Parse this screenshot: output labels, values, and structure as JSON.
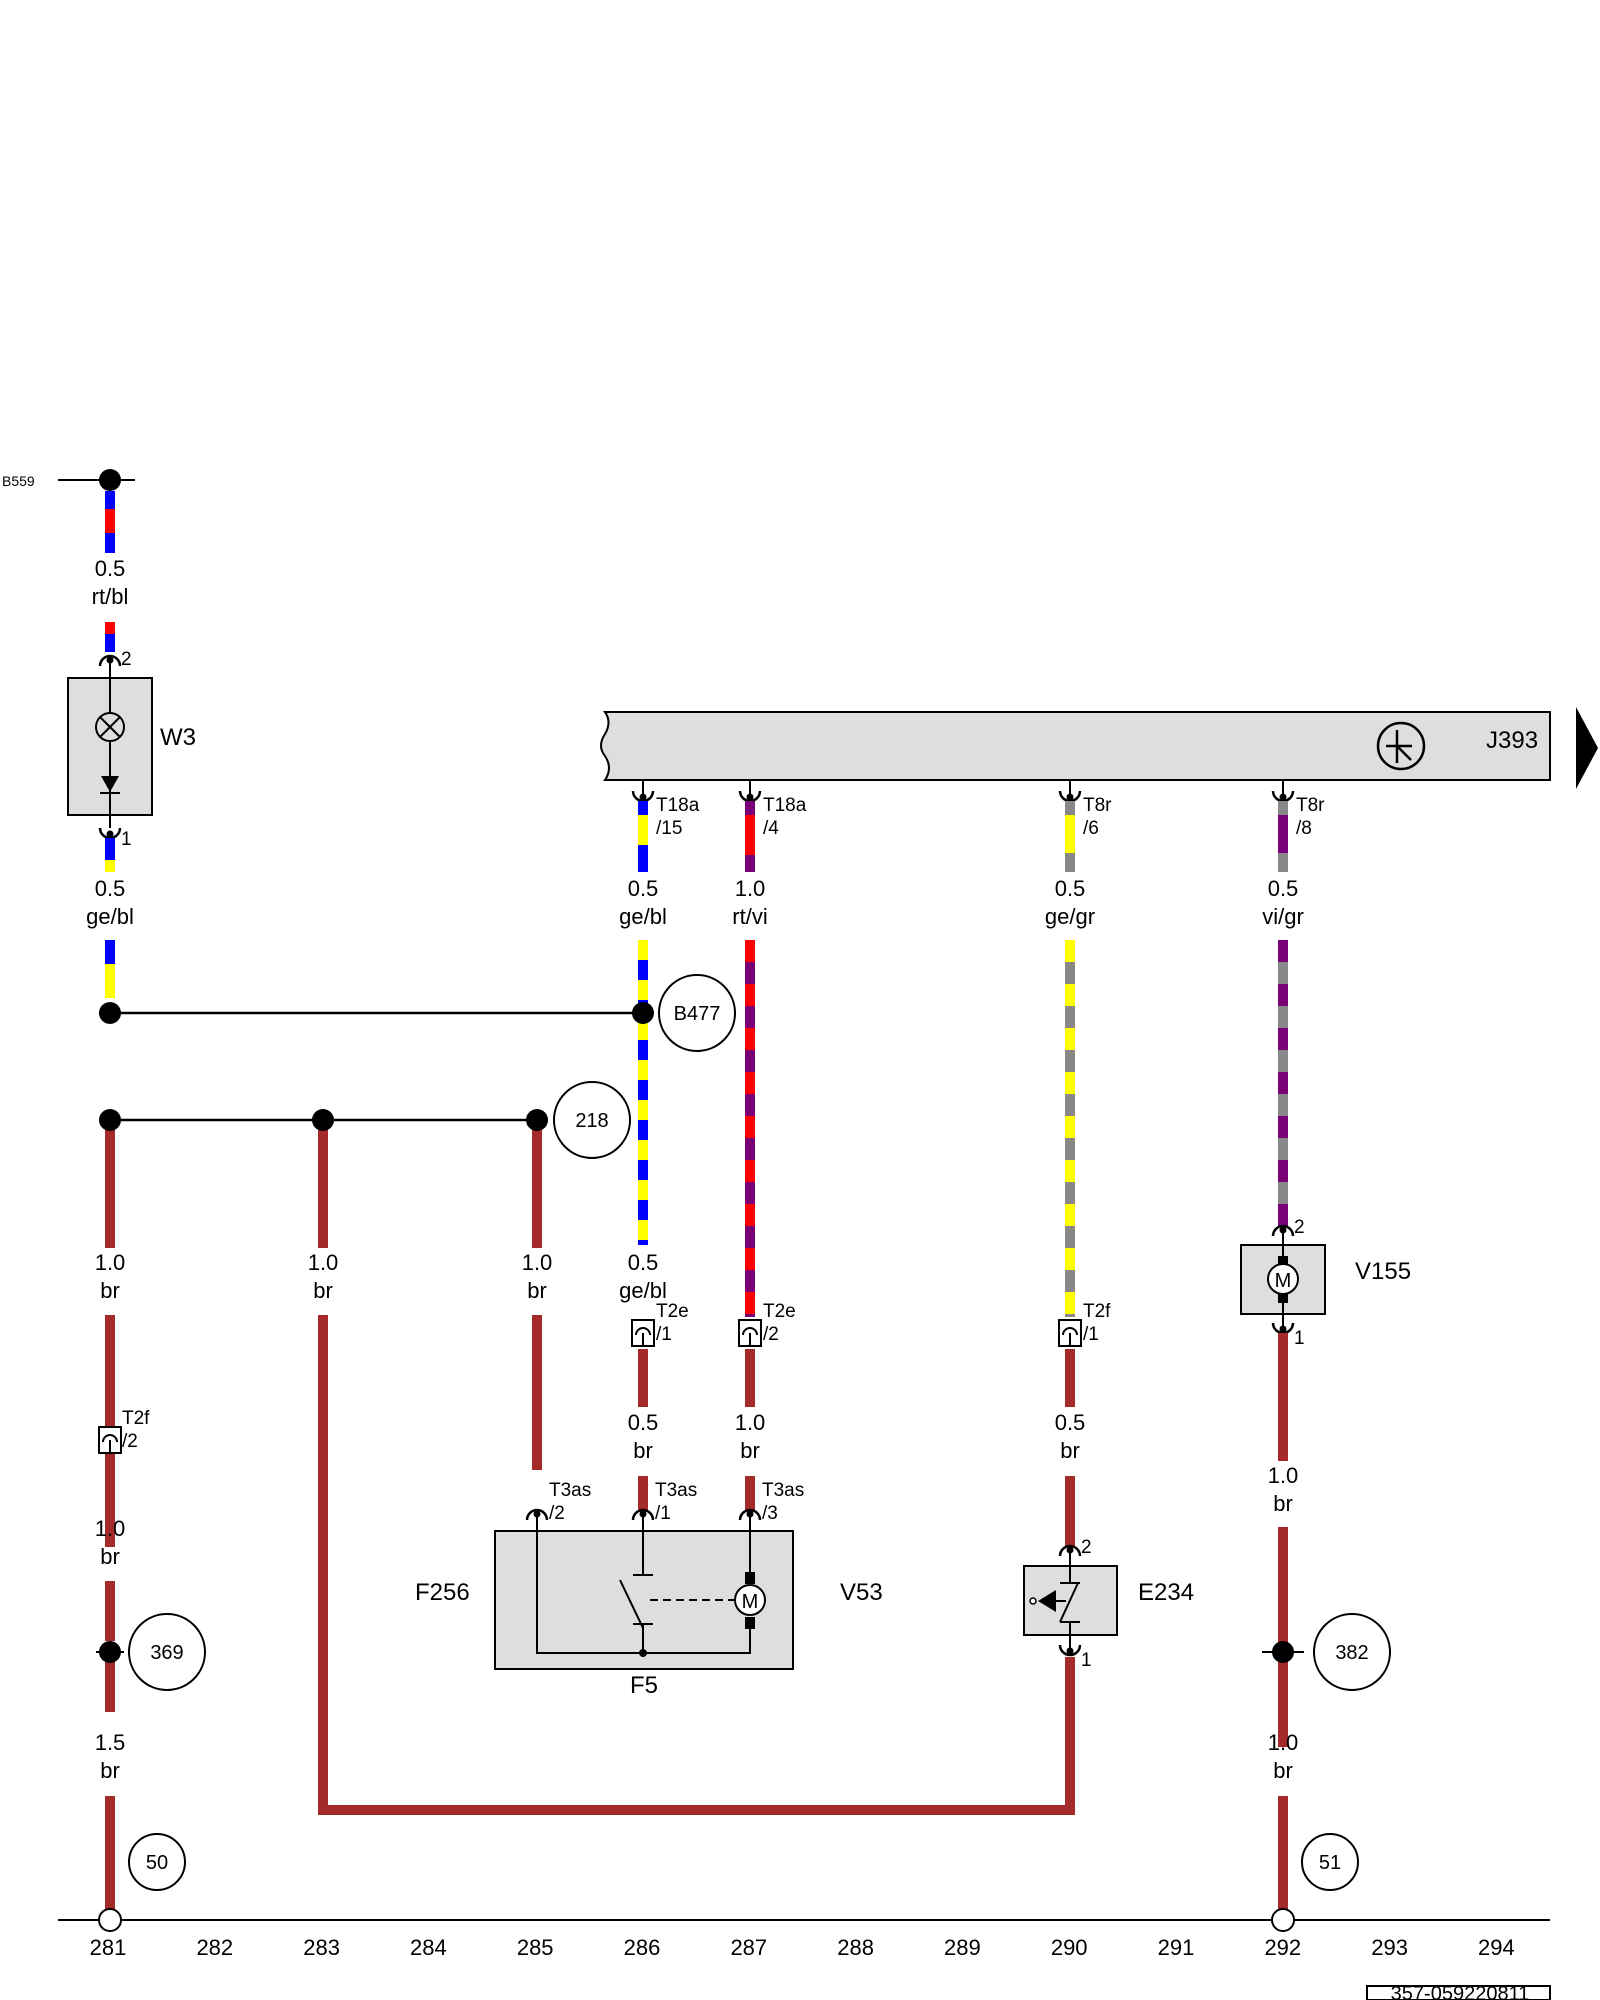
{
  "colors": {
    "br": "#a52a2a",
    "rt": "#ff0000",
    "bl": "#0000ff",
    "ge": "#ffff00",
    "vi": "#7a007a",
    "gr": "#888888",
    "box_fill": "#dedede",
    "line": "#000000"
  },
  "diagram": {
    "ground_point": "B559",
    "components": {
      "w3": "W3",
      "j393": "J393",
      "v155": "V155",
      "f256": "F256",
      "v53": "V53",
      "f5": "F5",
      "e234": "E234"
    },
    "connection_refs": {
      "b477": "B477",
      "r218": "218",
      "r369": "369",
      "r382": "382",
      "r50": "50",
      "r51": "51"
    },
    "wires": [
      {
        "size": "0.5",
        "color": "rt/bl"
      },
      {
        "size": "0.5",
        "color": "ge/bl"
      },
      {
        "size": "0.5",
        "color": "ge/bl"
      },
      {
        "size": "1.0",
        "color": "rt/vi"
      },
      {
        "size": "0.5",
        "color": "ge/gr"
      },
      {
        "size": "0.5",
        "color": "vi/gr"
      },
      {
        "size": "1.0",
        "color": "br"
      },
      {
        "size": "1.0",
        "color": "br"
      },
      {
        "size": "1.0",
        "color": "br"
      },
      {
        "size": "0.5",
        "color": "ge/bl"
      },
      {
        "size": "0.5",
        "color": "br"
      },
      {
        "size": "1.0",
        "color": "br"
      },
      {
        "size": "0.5",
        "color": "br"
      },
      {
        "size": "1.0",
        "color": "br"
      },
      {
        "size": "1.0",
        "color": "br"
      },
      {
        "size": "1.5",
        "color": "br"
      },
      {
        "size": "1.0",
        "color": "br"
      }
    ],
    "pins": {
      "w3_top": "2",
      "w3_bottom": "1",
      "t18a_15_a": "T18a",
      "t18a_15_b": "/15",
      "t18a_4_a": "T18a",
      "t18a_4_b": "/4",
      "t8r_6_a": "T8r",
      "t8r_6_b": "/6",
      "t8r_8_a": "T8r",
      "t8r_8_b": "/8",
      "t2e_1_a": "T2e",
      "t2e_1_b": "/1",
      "t2e_2_a": "T2e",
      "t2e_2_b": "/2",
      "t2f_1_a": "T2f",
      "t2f_1_b": "/1",
      "t2f_2_a": "T2f",
      "t2f_2_b": "/2",
      "t3as_2_a": "T3as",
      "t3as_2_b": "/2",
      "t3as_1_a": "T3as",
      "t3as_1_b": "/1",
      "t3as_3_a": "T3as",
      "t3as_3_b": "/3",
      "v155_top": "2",
      "v155_bottom": "1",
      "e234_top": "2",
      "e234_bottom": "1"
    },
    "current_tracks": [
      "281",
      "282",
      "283",
      "284",
      "285",
      "286",
      "287",
      "288",
      "289",
      "290",
      "291",
      "292",
      "293",
      "294"
    ],
    "document_number": "357-059220811"
  }
}
